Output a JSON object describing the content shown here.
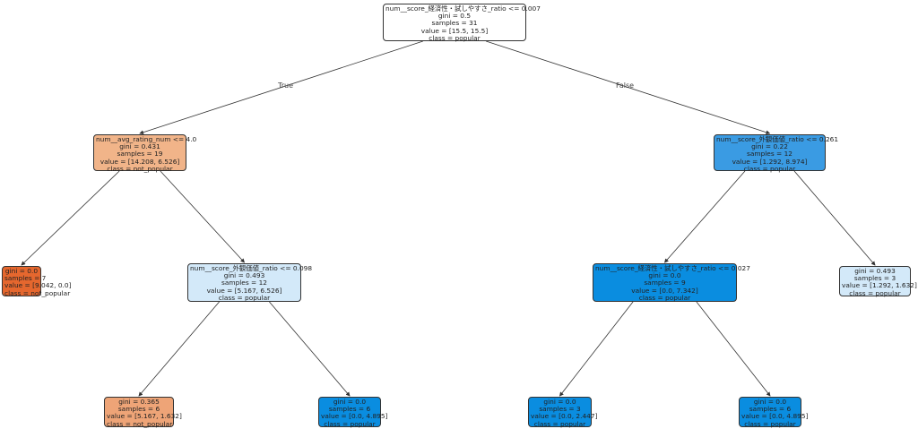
{
  "colors": {
    "not_popular": "#e58139",
    "popular": "#399de5"
  },
  "edge_labels": {
    "true": "True",
    "false": "False"
  },
  "nodes": {
    "root": {
      "lines": [
        "num__score_経済性・試しやすさ_ratio <= 0.007",
        "gini = 0.5",
        "samples = 31",
        "value = [15.5, 15.5]",
        "class = popular"
      ],
      "fill": "#ffffff"
    },
    "n1": {
      "lines": [
        "num__avg_rating_num <= 4.0",
        "gini = 0.431",
        "samples = 19",
        "value = [14.208, 6.526]",
        "class = not_popular"
      ],
      "fill": "#f1b489"
    },
    "n2": {
      "lines": [
        "gini = 0.0",
        "samples = 7",
        "value = [9.042, 0.0]",
        "class = not_popular"
      ],
      "fill": "#e5672e"
    },
    "n3": {
      "lines": [
        "num__score_外観価値_ratio <= 0.098",
        "gini = 0.493",
        "samples = 12",
        "value = [5.167, 6.526]",
        "class = popular"
      ],
      "fill": "#d3e9f9"
    },
    "n4": {
      "lines": [
        "gini = 0.365",
        "samples = 6",
        "value = [5.167, 1.632]",
        "class = not_popular"
      ],
      "fill": "#eea477"
    },
    "n5": {
      "lines": [
        "gini = 0.0",
        "samples = 6",
        "value = [0.0, 4.895]",
        "class = popular"
      ],
      "fill": "#0a8de0"
    },
    "n6": {
      "lines": [
        "num__score_外観価値_ratio <= 0.261",
        "gini = 0.22",
        "samples = 12",
        "value = [1.292, 8.974]",
        "class = popular"
      ],
      "fill": "#3a9be3"
    },
    "n7": {
      "lines": [
        "num__score_経済性・試しやすさ_ratio <= 0.027",
        "gini = 0.0",
        "samples = 9",
        "value = [0.0, 7.342]",
        "class = popular"
      ],
      "fill": "#0a8de0"
    },
    "n8": {
      "lines": [
        "gini = 0.0",
        "samples = 3",
        "value = [0.0, 2.447]",
        "class = popular"
      ],
      "fill": "#0a8de0"
    },
    "n9": {
      "lines": [
        "gini = 0.0",
        "samples = 6",
        "value = [0.0, 4.895]",
        "class = popular"
      ],
      "fill": "#0a8de0"
    },
    "n10": {
      "lines": [
        "gini = 0.493",
        "samples = 3",
        "value = [1.292, 1.632]",
        "class = popular"
      ],
      "fill": "#d3e9f9"
    }
  }
}
